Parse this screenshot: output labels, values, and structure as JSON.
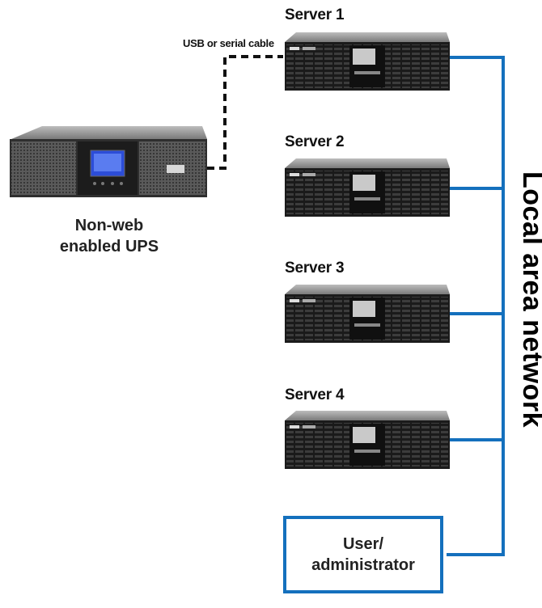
{
  "servers": [
    {
      "label": "Server 1"
    },
    {
      "label": "Server 2"
    },
    {
      "label": "Server 3"
    },
    {
      "label": "Server 4"
    }
  ],
  "cable_label": "USB or serial cable",
  "ups": {
    "line1": "Non-web",
    "line2": "enabled UPS"
  },
  "user_box": {
    "line1": "User/",
    "line2": "administrator"
  },
  "network_label": "Local area network",
  "colors": {
    "network": "#1470bd",
    "device_body": "#1b1b1b",
    "ups_body": "#3a3a3a"
  }
}
